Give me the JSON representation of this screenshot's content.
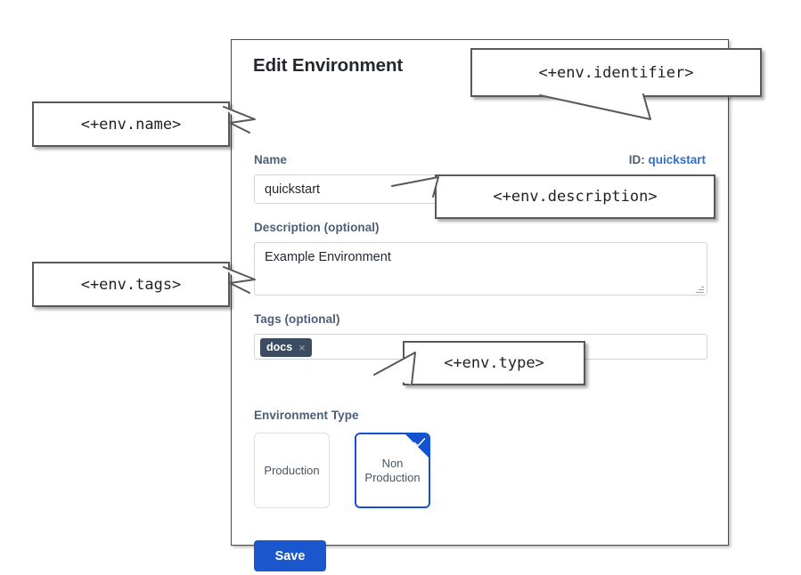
{
  "dialog": {
    "title": "Edit Environment",
    "fields": {
      "name": {
        "label": "Name",
        "value": "quickstart"
      },
      "identifier": {
        "key": "ID:",
        "value": "quickstart"
      },
      "description": {
        "label": "Description (optional)",
        "value": "Example Environment"
      },
      "tags": {
        "label": "Tags (optional)",
        "chips": [
          {
            "text": "docs",
            "remove_icon": "×"
          }
        ]
      },
      "environment_type": {
        "label": "Environment Type",
        "options": [
          {
            "label": "Production",
            "selected": false
          },
          {
            "label": "Non\nProduction",
            "selected": true
          }
        ],
        "selected": "Non Production"
      }
    },
    "save_label": "Save"
  },
  "annotations": [
    {
      "id": "name",
      "text": "<+env.name>"
    },
    {
      "id": "identifier",
      "text": "<+env.identifier>"
    },
    {
      "id": "description",
      "text": "<+env.description>"
    },
    {
      "id": "tags",
      "text": "<+env.tags>"
    },
    {
      "id": "type",
      "text": "<+env.type>"
    }
  ],
  "colors": {
    "accent_blue": "#1552d0",
    "link_blue": "#2f6fd0",
    "save_button": "#1a56cc",
    "label_slate": "#4c5f78",
    "tag_chip": "#3c4d63",
    "callout_border": "#58585a",
    "card_border": "#4a4a4a"
  }
}
